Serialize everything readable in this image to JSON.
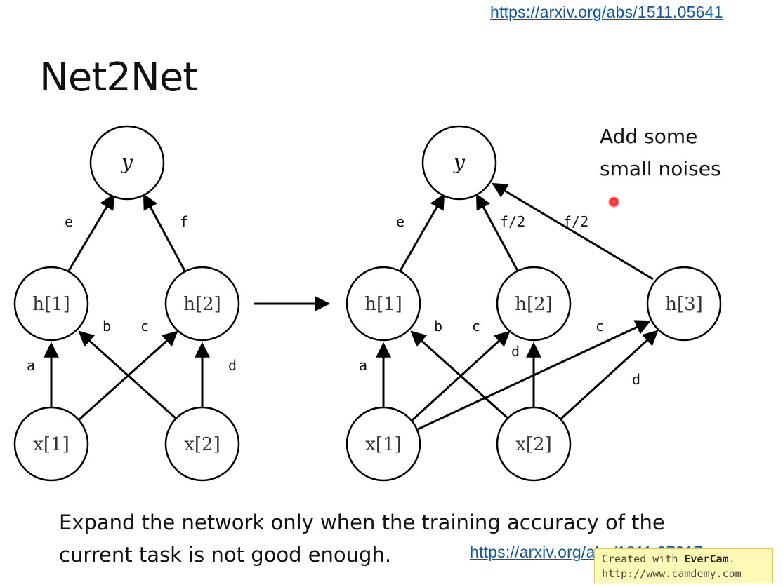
{
  "header": {
    "top_link": "https://arxiv.org/abs/1511.05641"
  },
  "slide": {
    "title": "Net2Net",
    "note_line1": "Add some",
    "note_line2": "small noises",
    "caption_line1": "Expand the network only when the training accuracy of the",
    "caption_line2": "current task is not good enough.",
    "bottom_link": "https://arxiv.org/abs/1811.07017"
  },
  "diagram": {
    "left": {
      "nodes": {
        "y": "y",
        "h1": "h[1]",
        "h2": "h[2]",
        "x1": "x[1]",
        "x2": "x[2]"
      },
      "edges": {
        "a": "a",
        "b": "b",
        "c": "c",
        "d": "d",
        "e": "e",
        "f": "f"
      }
    },
    "right": {
      "nodes": {
        "y": "y",
        "h1": "h[1]",
        "h2": "h[2]",
        "h3": "h[3]",
        "x1": "x[1]",
        "x2": "x[2]"
      },
      "edges": {
        "a": "a",
        "b": "b",
        "c1": "c",
        "d1": "d",
        "c2": "c",
        "d2": "d",
        "e": "e",
        "f2a": "f/2",
        "f2b": "f/2"
      }
    }
  },
  "watermark": {
    "line1_prefix": "Created with ",
    "line1_brand": "EverCam",
    "line1_suffix": ".",
    "line2": "http://www.camdemy.com"
  }
}
